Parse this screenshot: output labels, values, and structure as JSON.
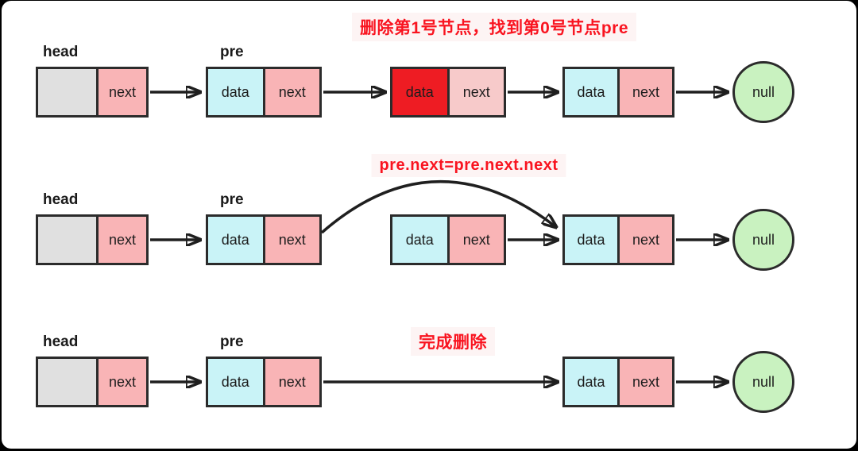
{
  "figure": {
    "type": "linked-list-node-deletion-diagram",
    "steps": [
      {
        "title": "删除第1号节点，找到第0号节点pre",
        "head_label": "head",
        "pre_label": "pre",
        "head": {
          "next": "next"
        },
        "pre": {
          "data": "data",
          "next": "next"
        },
        "target": {
          "data": "data",
          "next": "next"
        },
        "tail": {
          "data": "data",
          "next": "next"
        },
        "null": "null"
      },
      {
        "title": "pre.next=pre.next.next",
        "head_label": "head",
        "pre_label": "pre",
        "head": {
          "next": "next"
        },
        "pre": {
          "data": "data",
          "next": "next"
        },
        "target": {
          "data": "data",
          "next": "next"
        },
        "tail": {
          "data": "data",
          "next": "next"
        },
        "null": "null"
      },
      {
        "title": "完成删除",
        "head_label": "head",
        "pre_label": "pre",
        "head": {
          "next": "next"
        },
        "pre": {
          "data": "data",
          "next": "next"
        },
        "tail": {
          "data": "data",
          "next": "next"
        },
        "null": "null"
      }
    ],
    "colors": {
      "data_cell": "#c9f3f7",
      "next_cell": "#f9b4b6",
      "deleted_next_cell": "#f7caca",
      "empty_cell": "#e0e0e0",
      "highlight_data_cell": "#ee1c23",
      "null_circle": "#c9f2c0",
      "outline": "#2b2b2b",
      "title_text": "#f91420"
    }
  }
}
